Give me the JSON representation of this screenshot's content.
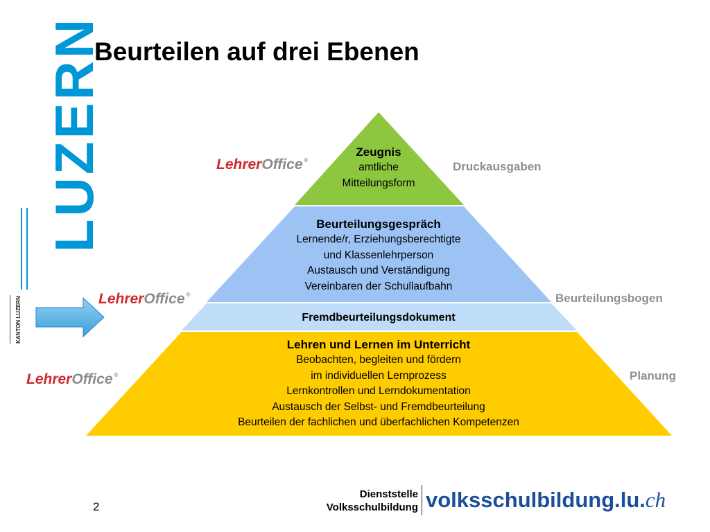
{
  "slide": {
    "title": "Beurteilen auf drei Ebenen",
    "page_number": "2"
  },
  "branding": {
    "vertical_wordmark": "LUZERN",
    "kanton_badge": "KANTON LUZERN",
    "department_line1": "Dienststelle",
    "department_line2": "Volksschulbildung",
    "website_main": "volksschulbildung.lu.",
    "website_tld": "ch",
    "accent_color": "#0097d6"
  },
  "logos": [
    {
      "part1": "Lehrer",
      "part2": "Office",
      "mark": "®"
    },
    {
      "part1": "Lehrer",
      "part2": "Office",
      "mark": "®"
    },
    {
      "part1": "Lehrer",
      "part2": "Office",
      "mark": "®"
    }
  ],
  "pyramid": {
    "top": {
      "heading": "Zeugnis",
      "lines": [
        "amtliche",
        "Mitteilungsform"
      ],
      "color": "#8dc63f"
    },
    "middle": {
      "heading": "Beurteilungsgespräch",
      "lines": [
        "Lernende/r, Erziehungsberechtigte",
        "und Klassenlehrperson",
        "Austausch und Verständigung",
        "Vereinbaren der Schullaufbahn"
      ],
      "color": "#9dc3f5"
    },
    "band": {
      "heading": "Fremdbeurteilungsdokument",
      "color": "#bfdcf8"
    },
    "bottom": {
      "heading": "Lehren und Lernen im Unterricht",
      "lines": [
        "Beobachten, begleiten und fördern",
        "im individuellen Lernprozess",
        "Lernkontrollen und Lerndokumentation",
        "Austausch der Selbst- und Fremdbeurteilung",
        "Beurteilen der fachlichen und überfachlichen Kompetenzen"
      ],
      "color": "#ffcc00"
    }
  },
  "side_labels": {
    "top": "Druckausgaben",
    "middle": "Beurteilungsbogen",
    "bottom": "Planung"
  }
}
